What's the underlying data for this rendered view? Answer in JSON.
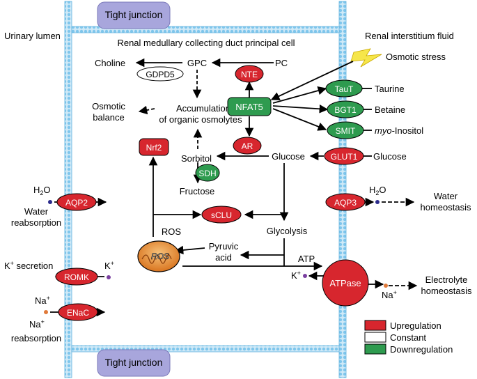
{
  "labels": {
    "tight_junction_top": "Tight junction",
    "tight_junction_bottom": "Tight junction",
    "urinary_lumen": "Urinary lumen",
    "cell_title": "Renal medullary collecting duct principal cell",
    "interstitium": "Renal interstitium fluid",
    "osmotic_stress": "Osmotic stress",
    "choline": "Choline",
    "gpc": "GPC",
    "pc": "PC",
    "gdpd5": "GDPD5",
    "nte": "NTE",
    "nfat5": "NFAT5",
    "taut": "TauT",
    "taurine": "Taurine",
    "bgt1": "BGT1",
    "betaine": "Betaine",
    "smit": "SMIT",
    "myo_italic": "myo",
    "myo_rest": "-Inositol",
    "accumulation_line1": "Accumulation",
    "accumulation_line2": "of organic osmolytes",
    "osmotic_balance_line1": "Osmotic",
    "osmotic_balance_line2": "balance",
    "nrf2": "Nrf2",
    "ar": "AR",
    "sorbitol": "Sorbitol",
    "sdh": "SDH",
    "glucose_in": "Glucose",
    "glut1": "GLUT1",
    "glucose_out": "Glucose",
    "fructose": "Fructose",
    "h2o_left": "H",
    "h2o_left_sub": "2",
    "h2o_left_end": "O",
    "aqp2": "AQP2",
    "water_reabs_line1": "Water",
    "water_reabs_line2": "reabsorption",
    "aqp3": "AQP3",
    "h2o_right": "H",
    "h2o_right_sub": "2",
    "h2o_right_end": "O",
    "water_homeo_line1": "Water",
    "water_homeo_line2": "homeostasis",
    "sclu": "sCLU",
    "ros": "ROS",
    "glycolysis": "Glycolysis",
    "pyruvic_line1": "Pyruvic",
    "pyruvic_line2": "acid",
    "atp": "ATP",
    "k_secretion_k": "K",
    "k_secretion_sup": "+",
    "k_secretion_rest": " secretion",
    "romk": "ROMK",
    "k_left": "K",
    "k_left_sup": "+",
    "k_right": "K",
    "k_right_sup": "+",
    "atpase": "ATPase",
    "na_right": "Na",
    "na_right_sup": "+",
    "electrolyte_line1": "Electrolyte",
    "electrolyte_line2": "homeostasis",
    "na_left": "Na",
    "na_left_sup": "+",
    "enac": "ENaC",
    "na_reabs_na": "Na",
    "na_reabs_sup": "+",
    "na_reabs_line2": "reabsorption",
    "ros_mito": "ROS"
  },
  "legend": [
    {
      "label": "Upregulation",
      "color": "#d7262e"
    },
    {
      "label": "Constant",
      "color": "#ffffff"
    },
    {
      "label": "Downregulation",
      "color": "#2e9b4f"
    }
  ],
  "colors": {
    "up": "#d7262e",
    "constant": "#ffffff",
    "down": "#2e9b4f",
    "membrane": "#7fc6ec",
    "junction": "#a8a6dc",
    "h2o_dot": "#2b2b8c",
    "k_dot": "#7a3fa0",
    "na_dot": "#e07a3a",
    "mito": "#e08a2a"
  }
}
